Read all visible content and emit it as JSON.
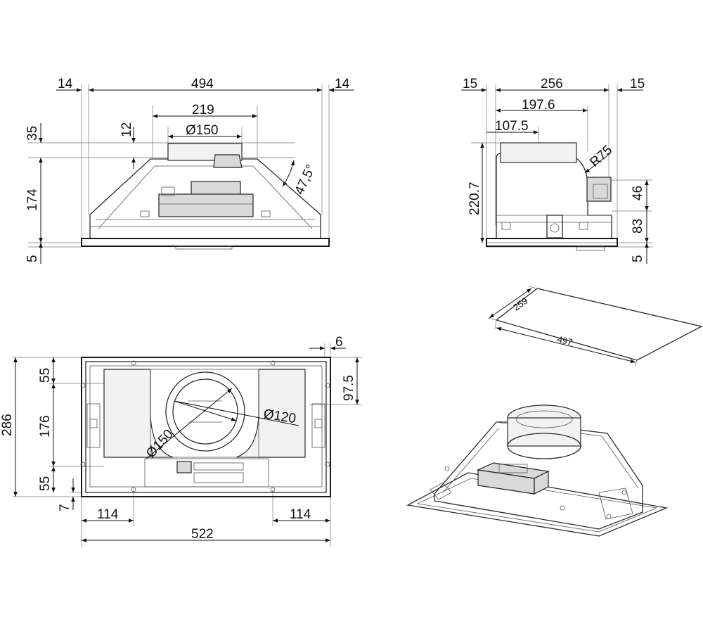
{
  "front_view": {
    "width_left_margin": "14",
    "width_main": "494",
    "width_right_margin": "14",
    "outlet_width": "219",
    "outlet_diameter": "Ø150",
    "outlet_offset": "12",
    "top_height": "35",
    "body_height": "174",
    "base_height": "5",
    "angle": "47,5°"
  },
  "side_view": {
    "left_margin": "15",
    "depth_main": "256",
    "right_margin": "15",
    "outlet_center_outer": "197.6",
    "outlet_center_inner": "107.5",
    "radius": "R75",
    "total_height": "220.7",
    "upper_height": "46",
    "lower_height": "83",
    "base_height": "5"
  },
  "cutout_view": {
    "depth": "259",
    "width": "497"
  },
  "bottom_view": {
    "right_edge": "6",
    "right_offset": "97.5",
    "total_depth": "286",
    "top_band": "55",
    "middle_band": "176",
    "bottom_band": "55",
    "bottom_offset": "7",
    "left_offset": "114",
    "right_offset_bottom": "114",
    "total_width": "522",
    "outlet_large": "Ø150",
    "outlet_small": "Ø120"
  }
}
